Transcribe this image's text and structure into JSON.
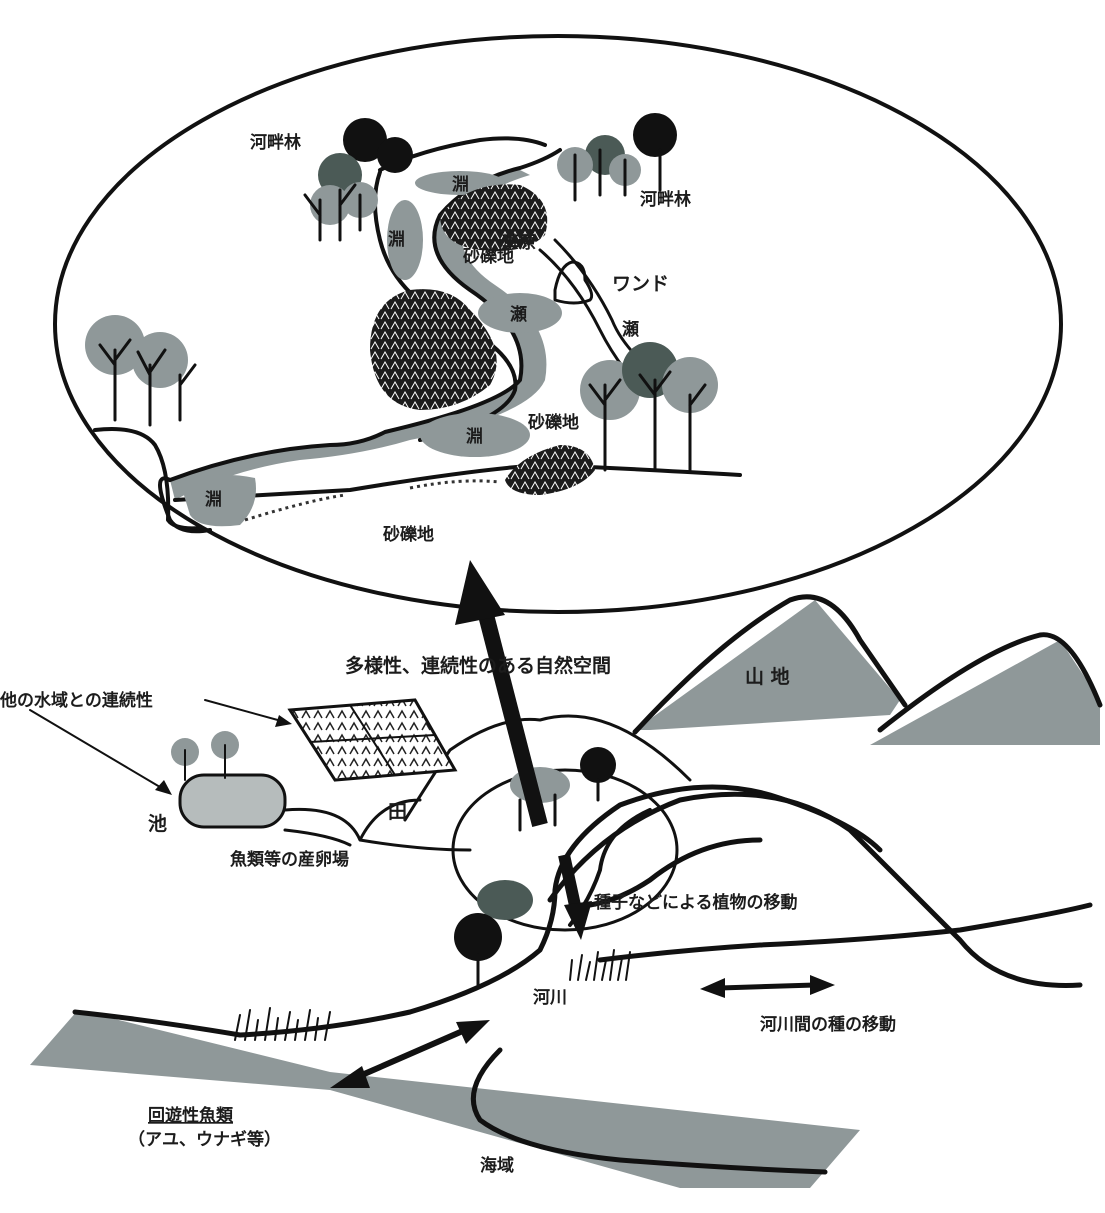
{
  "inset": {
    "riparian_forest_left": "河畔林",
    "riparian_forest_right": "河畔林",
    "pool_top": "淵",
    "pool_left_upper": "淵",
    "grassland": "草原",
    "gravel_bar_upper": "砂礫地",
    "wando": "ワンド",
    "shallows_right": "瀬",
    "shallows_mid": "瀬",
    "pool_center": "淵",
    "gravel_bar_right": "砂礫地",
    "pool_bottom": "淵",
    "gravel_bar_bottom": "砂礫地"
  },
  "main": {
    "natural_space_caption": "多様性、連続性のある自然空間",
    "continuity_caption": "他の水域との連続性",
    "mountains": "山  地",
    "rice_field": "田",
    "pond": "池",
    "spawning_ground": "魚類等の産卵場",
    "plant_dispersal": "種子などによる植物の移動",
    "river": "河川",
    "interriver_movement": "河川間の種の移動",
    "diadromous_fish": "回遊性魚類",
    "diadromous_examples": "（アユ、ウナギ等）",
    "sea": "海域"
  }
}
